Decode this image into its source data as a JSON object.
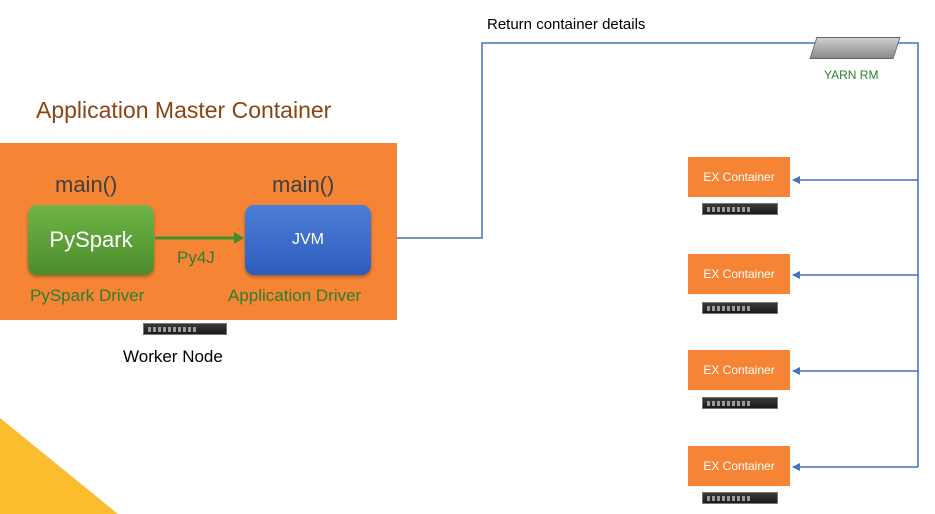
{
  "app_master": {
    "title": "Application Master Container",
    "pyspark_main": "main()",
    "jvm_main": "main()",
    "pyspark_box": "PySpark",
    "jvm_box": "JVM",
    "bridge_label": "Py4J",
    "pyspark_caption": "PySpark Driver",
    "jvm_caption": "Application Driver"
  },
  "worker_node_label": "Worker Node",
  "return_label": "Return container details",
  "yarn_label": "YARN RM",
  "executors": [
    {
      "label": "EX Container"
    },
    {
      "label": "EX Container"
    },
    {
      "label": "EX Container"
    },
    {
      "label": "EX Container"
    }
  ],
  "colors": {
    "container_orange": "#F58535",
    "title_brown": "#8B4513",
    "pyspark_green": "#5AA33A",
    "jvm_blue": "#3A6AD0",
    "connector_blue": "#4472C4",
    "py4j_green": "#2E7D32",
    "corner_yellow": "#FBBD2E"
  }
}
